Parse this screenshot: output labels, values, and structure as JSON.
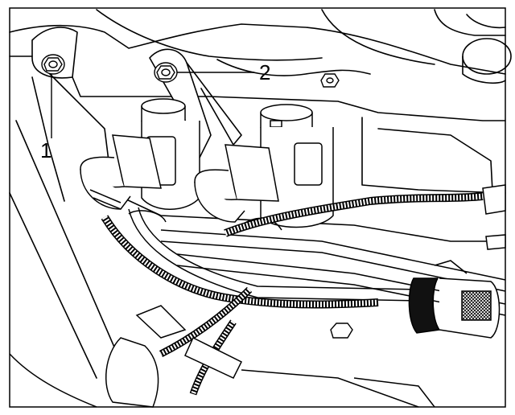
{
  "callouts": [
    {
      "id": "1",
      "text": "1"
    },
    {
      "id": "2",
      "text": "2"
    }
  ],
  "colors": {
    "line": "#000000",
    "fill": "#ffffff",
    "light_fill": "#f2f2f2",
    "dark_fill": "#111111"
  }
}
